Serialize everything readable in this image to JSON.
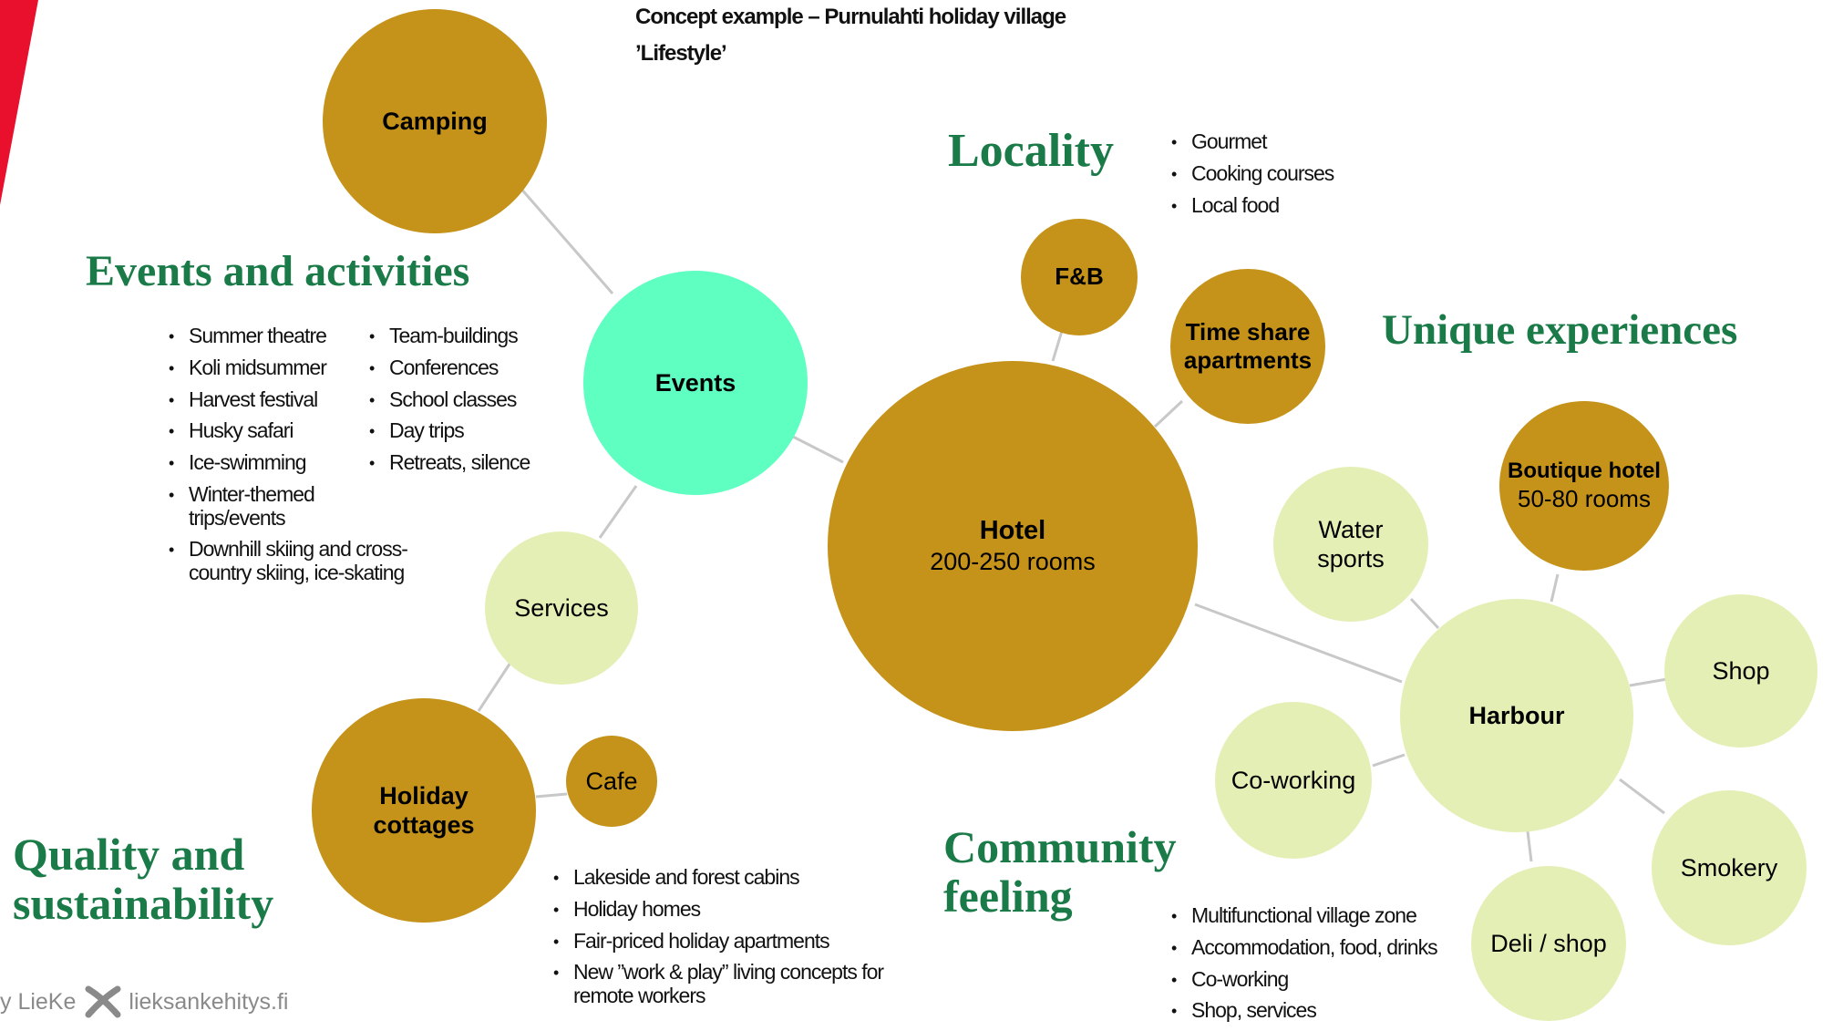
{
  "title": {
    "line1": "Concept example – Purnulahti holiday village",
    "line2": "’Lifestyle’"
  },
  "headings": {
    "events": "Events and activities",
    "locality": "Locality",
    "unique": "Unique experiences",
    "quality_line1": "Quality and",
    "quality_line2": "sustainability",
    "community_line1": "Community",
    "community_line2": "feeling"
  },
  "nodes": {
    "camping": {
      "label": "Camping"
    },
    "events": {
      "label": "Events"
    },
    "services": {
      "label": "Services"
    },
    "holiday_cottages": {
      "line1": "Holiday",
      "line2": "cottages"
    },
    "cafe": {
      "label": "Cafe"
    },
    "hotel": {
      "title": "Hotel",
      "subtitle": "200-250 rooms"
    },
    "fnb": {
      "label": "F&B"
    },
    "timeshare": {
      "line1": "Time share",
      "line2": "apartments"
    },
    "water_sports": {
      "line1": "Water",
      "line2": "sports"
    },
    "boutique": {
      "title": "Boutique hotel",
      "subtitle": "50-80 rooms"
    },
    "harbour": {
      "label": "Harbour"
    },
    "shop": {
      "label": "Shop"
    },
    "coworking": {
      "label": "Co-working"
    },
    "smokery": {
      "label": "Smokery"
    },
    "deli": {
      "label": "Deli / shop"
    }
  },
  "lists": {
    "locality": [
      "Gourmet",
      "Cooking courses",
      "Local food"
    ],
    "events_col1": [
      "Summer theatre",
      "Koli midsummer",
      "Harvest festival",
      "Husky safari",
      "Ice-swimming",
      "Winter-themed trips/events",
      "Downhill skiing and cross-country skiing, ice-skating"
    ],
    "events_col2": [
      "Team-buildings",
      "Conferences",
      "School classes",
      "Day trips",
      "Retreats, silence"
    ],
    "cottages": [
      "Lakeside and forest cabins",
      "Holiday homes",
      "Fair-priced holiday apartments",
      "New ”work & play” living concepts for remote workers"
    ],
    "community": [
      "Multifunctional village zone",
      "Accommodation, food, drinks",
      "Co-working",
      "Shop, services"
    ]
  },
  "footer": {
    "prefix": "y LieKe",
    "site": "lieksankehitys.fi"
  },
  "colors": {
    "gold": "#c5921a",
    "pale_green": "#e4efb6",
    "mint": "#5fffc2",
    "heading_green": "#1a7a48",
    "connector": "#c8c8c8",
    "accent_red": "#e8102d"
  }
}
